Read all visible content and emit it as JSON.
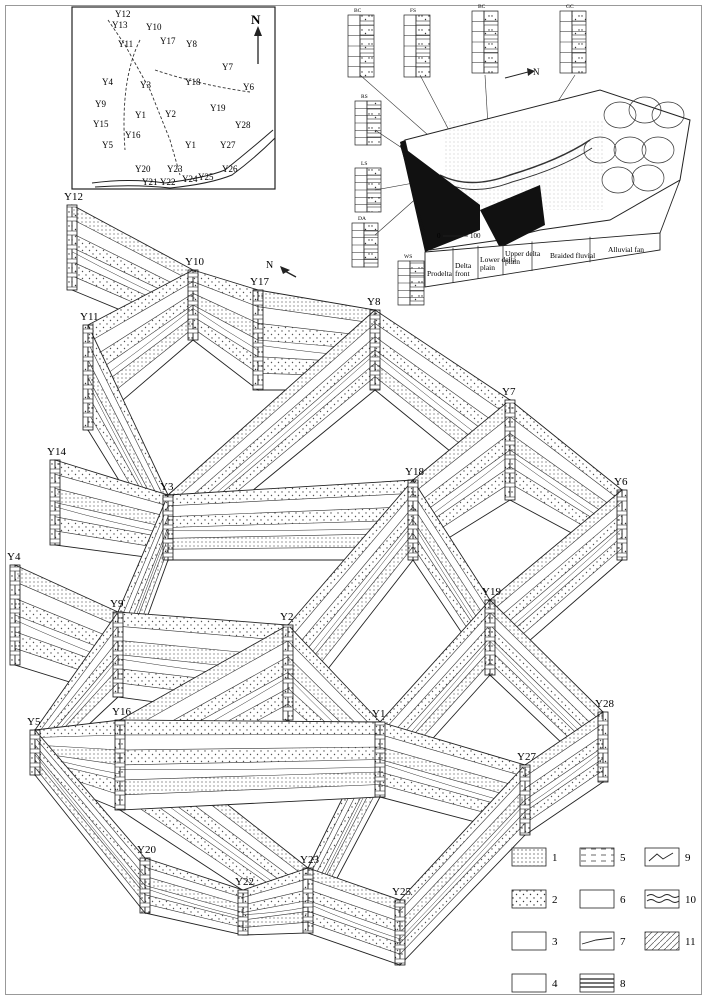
{
  "figure": {
    "index_map": {
      "north_label": "N",
      "wells": [
        "Y12",
        "Y13",
        "Y10",
        "Y17",
        "Y8",
        "Y11",
        "Y7",
        "Y4",
        "Y3",
        "Y18",
        "Y6",
        "Y1",
        "Y9",
        "Y2",
        "Y19",
        "Y15",
        "Y16",
        "Y28",
        "Y5",
        "Y1",
        "Y27",
        "Y20",
        "Y23",
        "Y24",
        "Y26",
        "Y21",
        "Y22",
        "Y25"
      ]
    },
    "block_model": {
      "section_codes": [
        "BC",
        "FS",
        "BC",
        "GC",
        "RS",
        "LS",
        "DA",
        "WS"
      ],
      "zones": [
        "Prodelta",
        "Delta front",
        "Lower delta plain",
        "Upper delta plain",
        "Braided fluvial",
        "Alluvial fan"
      ],
      "direction_label": "N",
      "scale_labels": [
        "0",
        "100"
      ]
    },
    "fence": {
      "direction_label": "N",
      "wells": [
        "Y12",
        "Y10",
        "Y17",
        "Y11",
        "Y8",
        "Y7",
        "Y14",
        "Y3",
        "Y18",
        "Y6",
        "Y4",
        "Y9",
        "Y19",
        "Y2",
        "Y28",
        "Y5",
        "Y16",
        "Y1",
        "Y27",
        "Y20",
        "Y23",
        "Y22",
        "Y25"
      ]
    },
    "legend": {
      "items": [
        "1",
        "2",
        "3",
        "4",
        "5",
        "6",
        "7",
        "8",
        "9",
        "10",
        "11"
      ]
    }
  }
}
